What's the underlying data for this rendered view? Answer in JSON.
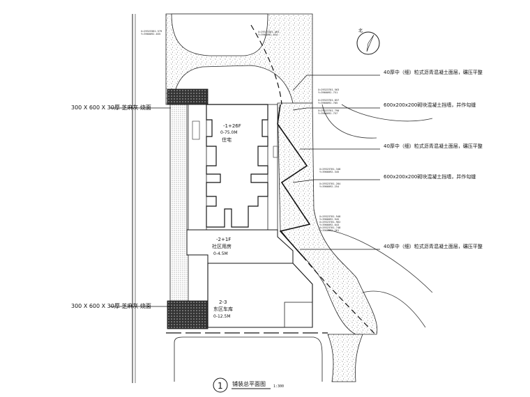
{
  "colors": {
    "line": "#1a1a1a",
    "stipple": "#666666",
    "paper": "#ffffff"
  },
  "icons": {
    "north_arrow": "north-arrow-icon"
  },
  "callouts": {
    "left_top": "300 X 600 X 30厚 芝麻灰 烧面",
    "left_bottom": "300 X 600 X 30厚 芝麻灰 烧面",
    "right_1": "40厚中（细）粒式沥青混凝土面层，碾压平整",
    "right_2": "600x200x200砌块混凝土挡墙，并作勾缝",
    "right_3": "40厚中（细）粒式沥青混凝土面层，碾压平整",
    "right_4": "600x200x200砌块混凝土挡墙，并作勾缝",
    "right_5": "40厚中（细）粒式沥青混凝土面层，碾压平整"
  },
  "buildings": {
    "main": {
      "floors": "-1+26F",
      "elevation": "0-75.0M",
      "name": "住宅"
    },
    "annex": {
      "floors": "-2+1F",
      "name": "社区用房",
      "elevation": "0-4.5M"
    },
    "lower": {
      "floors": "2-3",
      "name": "东区车库",
      "elevation": "0-12.5M"
    }
  },
  "coords": [
    "X=29323381.579\nY=3966092.035",
    "X=29323381.463\nY=3966092.034",
    "X=29323781.563\nY=3966092.751",
    "X=29323781.857\nY=3966092.705",
    "X=29323781.790\nY=3966092.757",
    "X=29323781.348\nY=3966092.345",
    "X=29323781.284\nY=3966092.254",
    "X=29323781.948\nY=3966092.945",
    "X=29323781.962\nY=3966092.043",
    "X=29323781.748\nY=3966092.261"
  ],
  "title_block": {
    "number": "1",
    "title": "铺装总平面图",
    "scale": "1:300"
  }
}
